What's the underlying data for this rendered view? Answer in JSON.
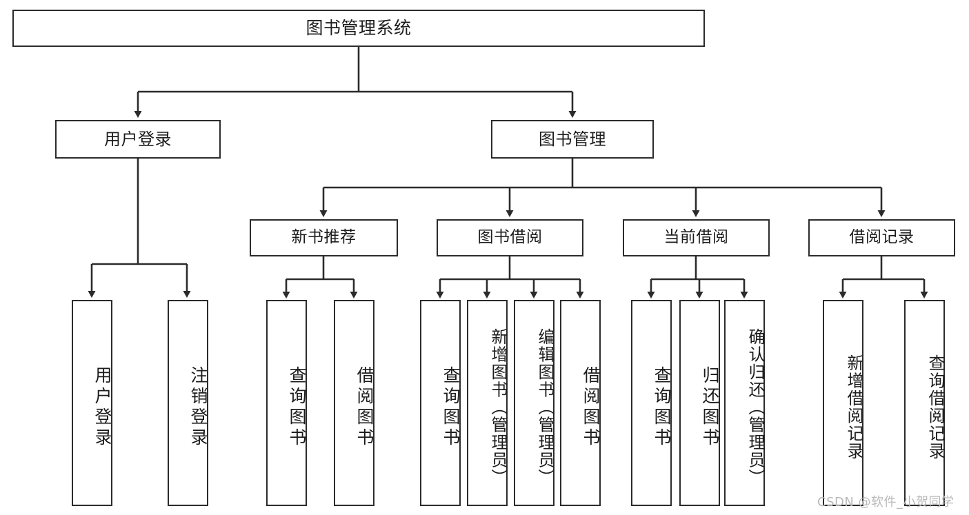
{
  "diagram": {
    "title": "图书管理系统",
    "type": "功能结构图",
    "root": {
      "label": "图书管理系统"
    },
    "level2": [
      {
        "id": "user-login",
        "label": "用户登录"
      },
      {
        "id": "book-manage",
        "label": "图书管理"
      }
    ],
    "level3": [
      {
        "id": "new-book-recommend",
        "label": "新书推荐"
      },
      {
        "id": "book-borrow",
        "label": "图书借阅"
      },
      {
        "id": "current-borrow",
        "label": "当前借阅"
      },
      {
        "id": "borrow-record",
        "label": "借阅记录"
      }
    ],
    "leaves": [
      {
        "id": "leaf-user-login",
        "label": "用户登录",
        "parent": "user-login"
      },
      {
        "id": "leaf-logout-login",
        "label": "注销登录",
        "parent": "user-login"
      },
      {
        "id": "leaf-query-book-1",
        "label": "查询图书",
        "parent": "new-book-recommend"
      },
      {
        "id": "leaf-borrow-book-1",
        "label": "借阅图书",
        "parent": "new-book-recommend"
      },
      {
        "id": "leaf-query-book-2",
        "label": "查询图书",
        "parent": "book-borrow"
      },
      {
        "id": "leaf-add-book",
        "label": "新增图书（管理员）",
        "parent": "book-borrow"
      },
      {
        "id": "leaf-edit-book",
        "label": "编辑图书（管理员）",
        "parent": "book-borrow"
      },
      {
        "id": "leaf-borrow-book-2",
        "label": "借阅图书",
        "parent": "book-borrow"
      },
      {
        "id": "leaf-query-book-3",
        "label": "查询图书",
        "parent": "current-borrow"
      },
      {
        "id": "leaf-return-book",
        "label": "归还图书",
        "parent": "current-borrow"
      },
      {
        "id": "leaf-confirm-return",
        "label": "确认归还（管理员）",
        "parent": "current-borrow"
      },
      {
        "id": "leaf-add-record",
        "label": "新增借阅记录",
        "parent": "borrow-record"
      },
      {
        "id": "leaf-query-record",
        "label": "查询借阅记录",
        "parent": "borrow-record"
      }
    ],
    "watermark": "CSDN @软件_小贺同学",
    "colors": {
      "stroke": "#2b2b2b",
      "fill": "#ffffff",
      "text": "#1c1c1c",
      "watermark": "#b9b9b9"
    }
  }
}
